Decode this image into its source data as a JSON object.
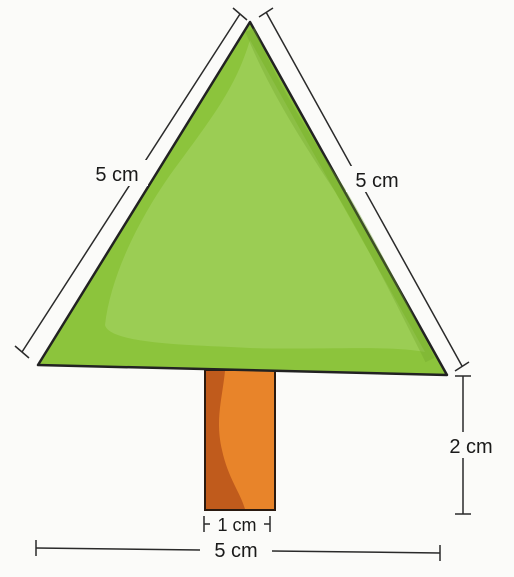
{
  "figure": {
    "labels": {
      "left_side": "5 cm",
      "right_side": "5 cm",
      "trunk_height": "2 cm",
      "trunk_width": "1 cm",
      "base_width": "5 cm"
    },
    "colors": {
      "canopy": "#8cc43c",
      "canopy_highlight": "#a8d568",
      "canopy_outline": "#222222",
      "trunk": "#e8842a",
      "trunk_shadow": "#b8541a",
      "trunk_outline": "#2a1a10",
      "dimension_lines": "#2a2a2a"
    }
  }
}
